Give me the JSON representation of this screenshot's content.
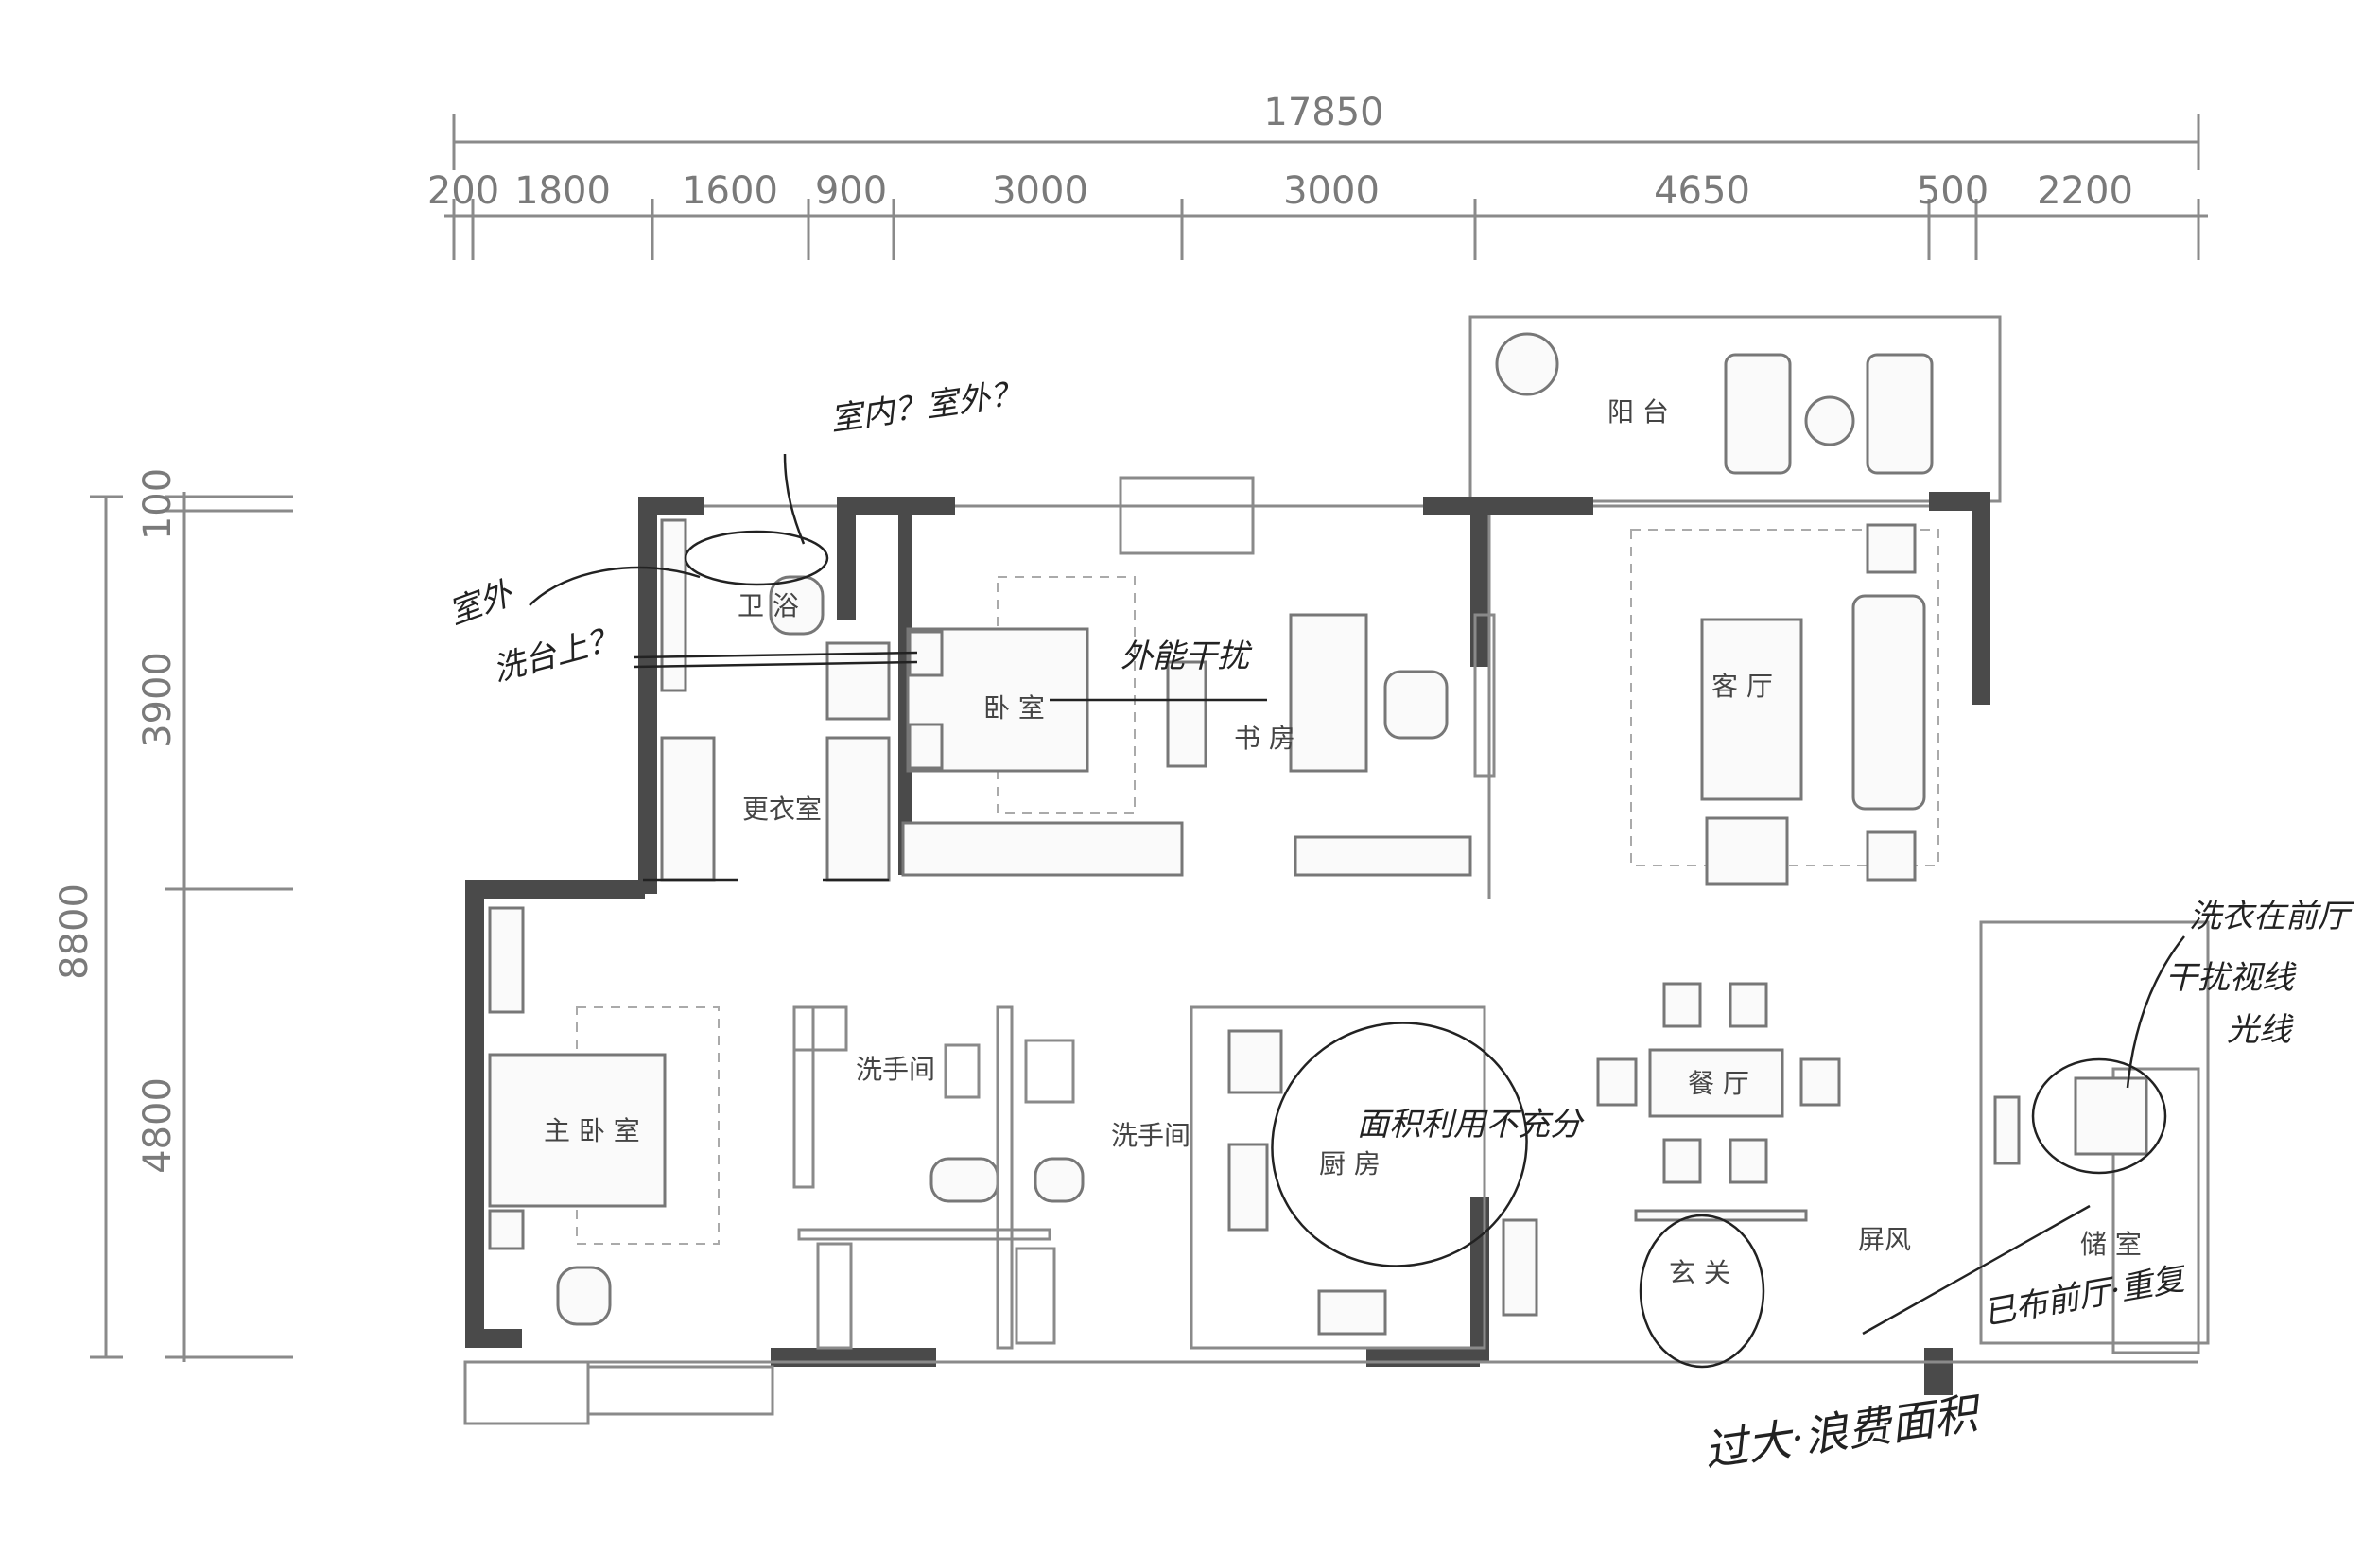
{
  "dimensions": {
    "total_width": "17850",
    "top_segments": [
      "200",
      "1800",
      "1600",
      "900",
      "3000",
      "3000",
      "4650",
      "500",
      "2200"
    ],
    "left_total": "8800",
    "left_segments": [
      "100",
      "3900",
      "4800"
    ]
  },
  "rooms": {
    "balcony": "阳 台",
    "wc_small": "卫 浴",
    "bedroom": "卧 室",
    "study": "书 房",
    "dressing": "更衣室",
    "living": "客 厅",
    "master_bedroom": "主 卧 室",
    "washroom_1": "洗手间",
    "washroom_2": "洗手间",
    "kitchen": "厨 房",
    "dining": "餐 厅",
    "entrance": "玄 关",
    "screen": "屏风",
    "utility": "储 室"
  },
  "annotations": {
    "indoor_outdoor": "室内？室外？",
    "outdoor_bath": "室外",
    "outdoor_bath_2": "洗台上？",
    "bedroom_study": "外能干扰",
    "laundry_1": "洗衣在前厅",
    "laundry_2": "干扰视线",
    "laundry_3": "光线",
    "kitchen_note": "面积利用不充分",
    "entrance_note": "过大·浪费面积",
    "layout_note": "已布前厅·重复"
  },
  "colors": {
    "wall": "#4a4a4a",
    "line": "#8a8a8a",
    "ink": "#222222"
  }
}
